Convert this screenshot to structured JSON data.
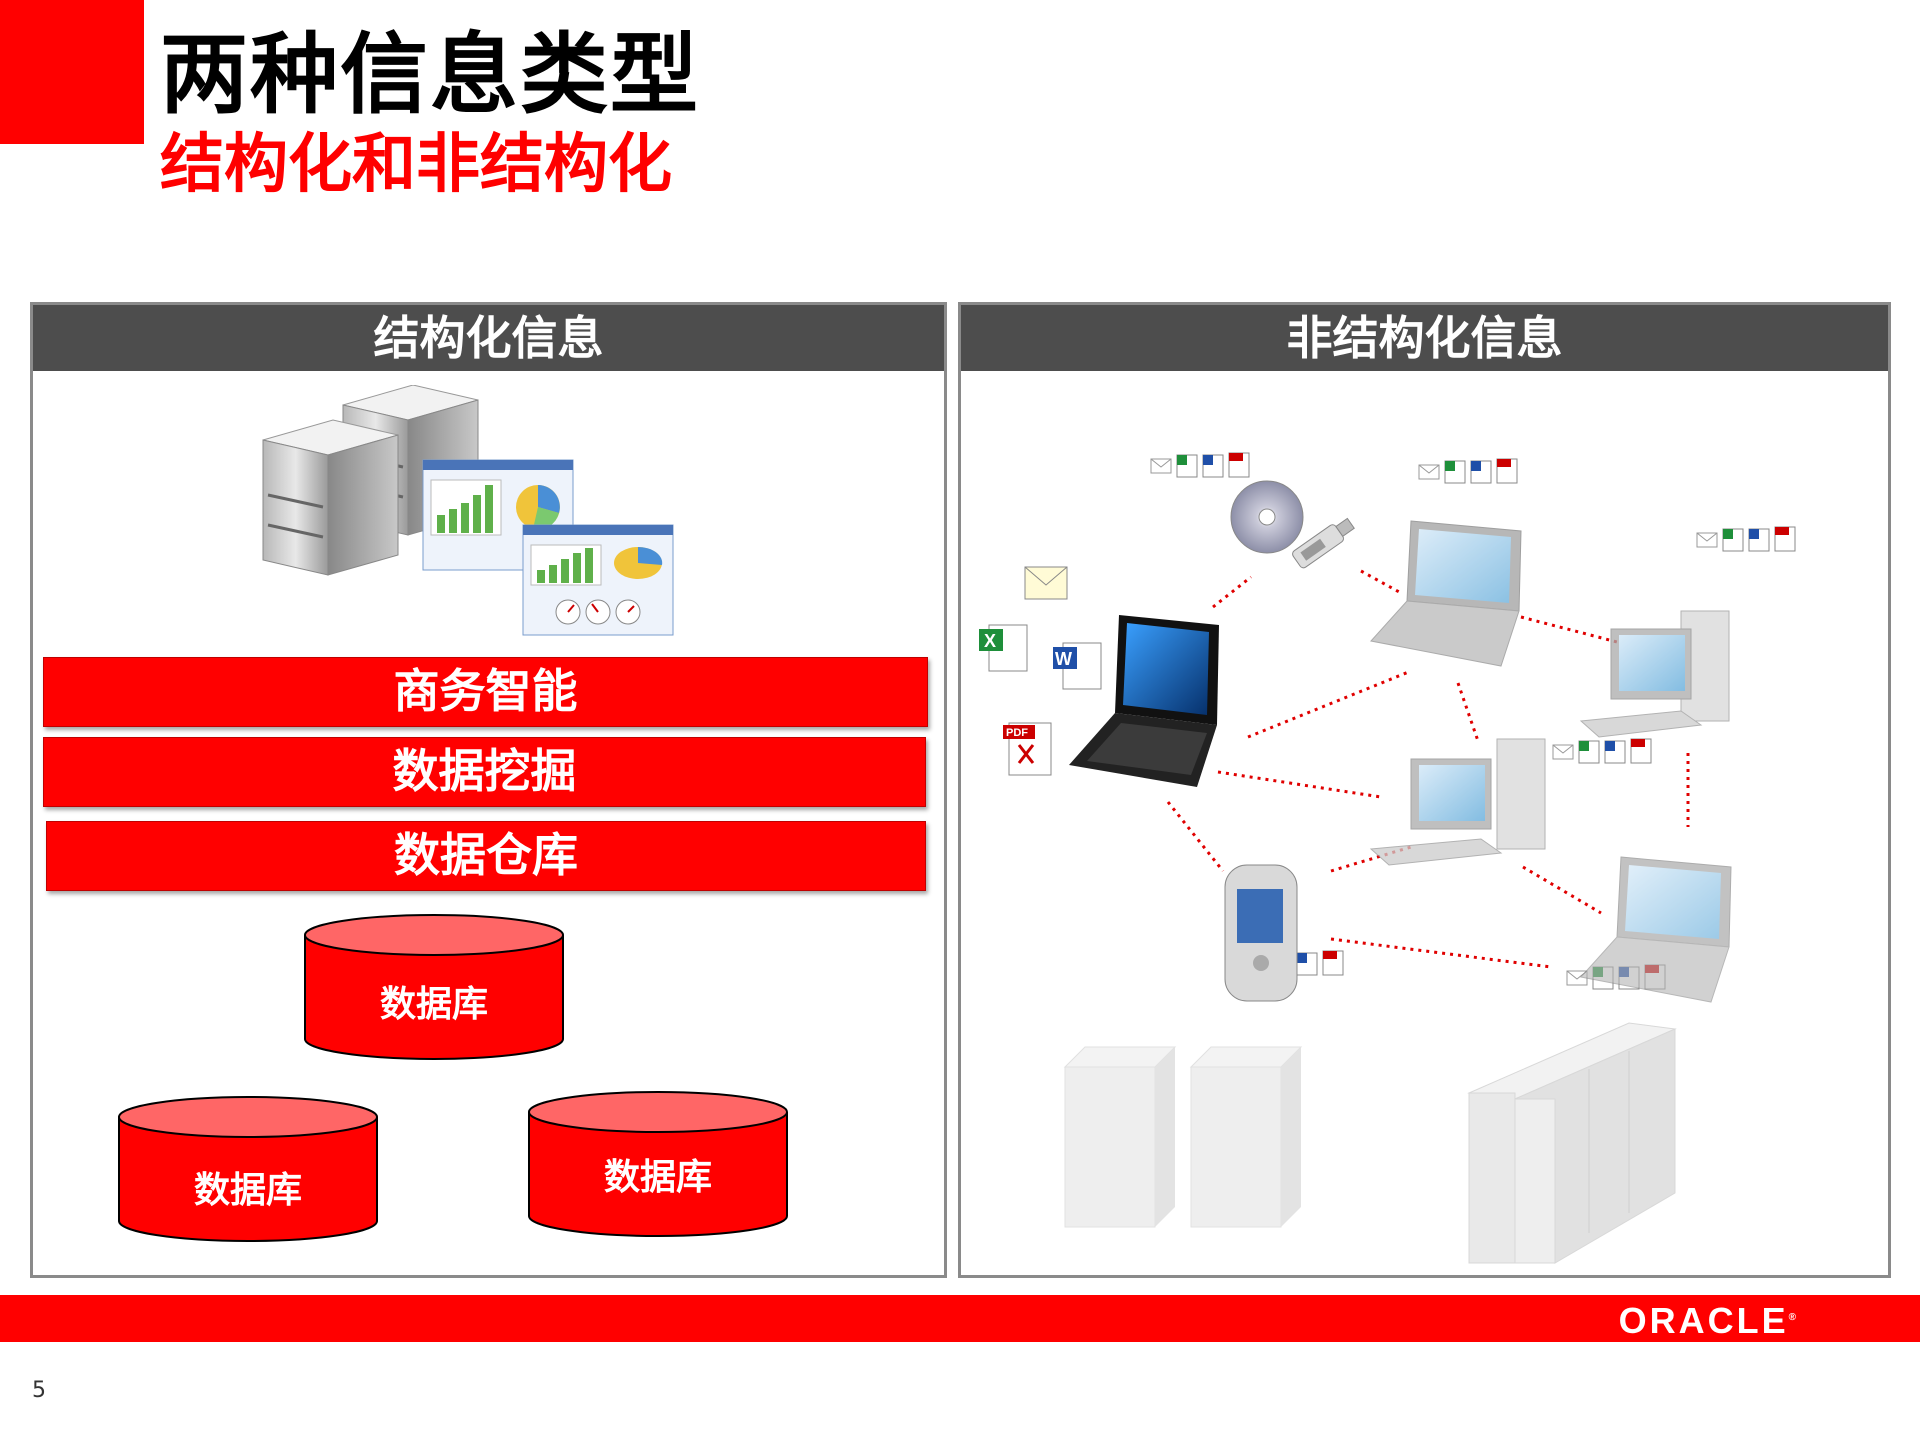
{
  "slide": {
    "title": "两种信息类型",
    "subtitle": "结构化和非结构化",
    "page_number": "5",
    "brand": "ORACLE",
    "brand_mark": "®"
  },
  "structured": {
    "header": "结构化信息",
    "layers": [
      "商务智能",
      "数据挖掘",
      "数据仓库"
    ],
    "databases": [
      "数据库",
      "数据库",
      "数据库"
    ]
  },
  "unstructured": {
    "header": "非结构化信息",
    "file_icons": [
      "pdf-icon",
      "word-icon",
      "excel-icon",
      "email-icon"
    ],
    "devices": [
      "laptop-icon",
      "cd-icon",
      "usb-drive-icon",
      "desktop-pc-icon",
      "smartphone-icon",
      "server-tower-icon",
      "storage-array-icon"
    ]
  },
  "colors": {
    "accent": "#ff0000",
    "header_bg": "#4d4d4d",
    "db_top": "#ff6666",
    "link_dots": "#e00000"
  }
}
